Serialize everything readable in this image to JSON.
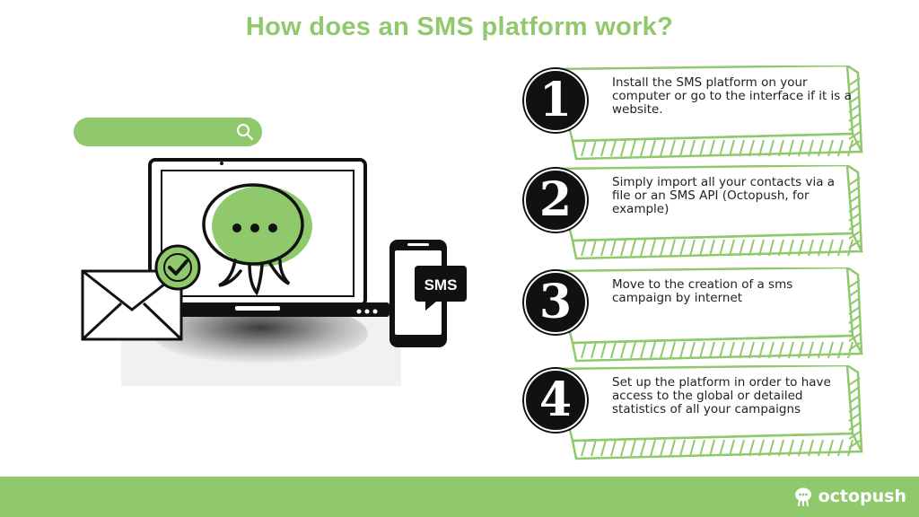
{
  "title": "How does an SMS platform work?",
  "colors": {
    "accent": "#8fc96c",
    "ink": "#111111",
    "background": "#ffffff"
  },
  "illustration": {
    "search_icon": "search-icon",
    "laptop_icon": "laptop-icon",
    "chat_bubble_icon": "chat-bubble-icon",
    "envelope_icon": "envelope-icon",
    "checkmark_icon": "checkmark-icon",
    "phone_icon": "smartphone-icon",
    "phone_badge": "SMS"
  },
  "steps": [
    {
      "number": "1",
      "text": "Install the SMS platform on your computer or go to the interface if it is a website."
    },
    {
      "number": "2",
      "text": "Simply import all your contacts via a file or an SMS API (Octopush, for example)"
    },
    {
      "number": "3",
      "text": "Move to the creation of a sms campaign by internet"
    },
    {
      "number": "4",
      "text": "Set up the platform in order to have access to the global or detailed statistics of all your campaigns"
    }
  ],
  "footer": {
    "brand": "octopush",
    "logo_icon": "octopus-logo-icon"
  }
}
